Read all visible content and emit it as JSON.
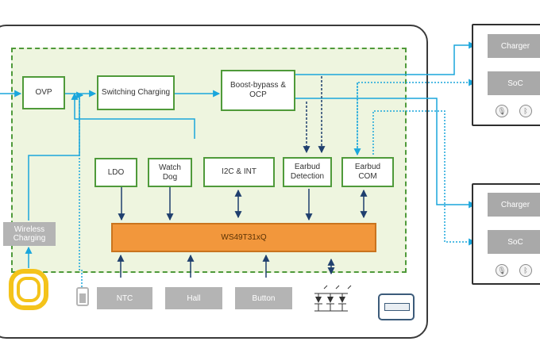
{
  "blocks": {
    "ovp": "OVP",
    "switching_charging": "Switching Charging",
    "boost_bypass": "Boost-bypass & OCP",
    "ldo": "LDO",
    "watch_dog": "Watch Dog",
    "i2c_int": "I2C & INT",
    "earbud_detection": "Earbud Detection",
    "earbud_com": "Earbud COM",
    "chip": "WS49T31xQ",
    "wireless_charging": "Wireless Charging",
    "ntc": "NTC",
    "hall": "Hall",
    "button": "Button"
  },
  "earbuds": [
    {
      "charger": "Charger",
      "soc": "SoC"
    },
    {
      "charger": "Charger",
      "soc": "SoC"
    }
  ],
  "colors": {
    "green_border": "#4f9a3a",
    "zone_fill": "#eef5df",
    "chip_fill": "#f2973c",
    "power_line": "#1aa6dc",
    "signal_line": "#1f3f6e",
    "gray_block": "#b4b4b4"
  },
  "icons": [
    "coil-icon",
    "battery-icon",
    "led-icon",
    "usb-port-icon",
    "mic-icon",
    "bluetooth-icon"
  ]
}
